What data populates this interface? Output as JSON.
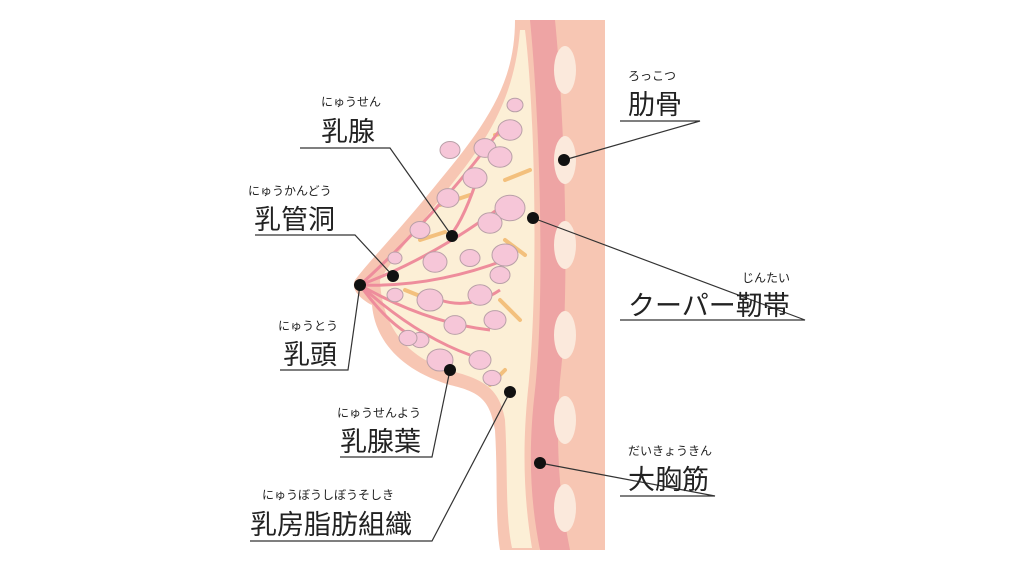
{
  "colors": {
    "skin": "#f7c6b3",
    "skin_outline": "#f3b8a2",
    "fat": "#fcefd6",
    "muscle": "#eea4a4",
    "rib": "#fbe9dc",
    "lobule": "#f6c6d8",
    "duct": "#ee8d9c",
    "ligament": "#f3c07d",
    "dot": "#111111",
    "line": "#333333"
  },
  "labels": [
    {
      "id": "mammary-gland",
      "furigana": "にゅうせん",
      "text": "乳腺"
    },
    {
      "id": "lactiferous-sinus",
      "furigana": "にゅうかんどう",
      "text": "乳管洞"
    },
    {
      "id": "nipple",
      "furigana": "にゅうとう",
      "text": "乳頭"
    },
    {
      "id": "mammary-lobe",
      "furigana": "にゅうせんよう",
      "text": "乳腺葉"
    },
    {
      "id": "breast-fat-tissue",
      "furigana": "にゅうぼうしぼうそしき",
      "text": "乳房脂肪組織"
    },
    {
      "id": "rib",
      "furigana": "ろっこつ",
      "text": "肋骨"
    },
    {
      "id": "cooper-ligament",
      "furigana": "じんたい",
      "text": "クーパー靭帯"
    },
    {
      "id": "pectoralis-major",
      "furigana": "だいきょうきん",
      "text": "大胸筋"
    }
  ]
}
